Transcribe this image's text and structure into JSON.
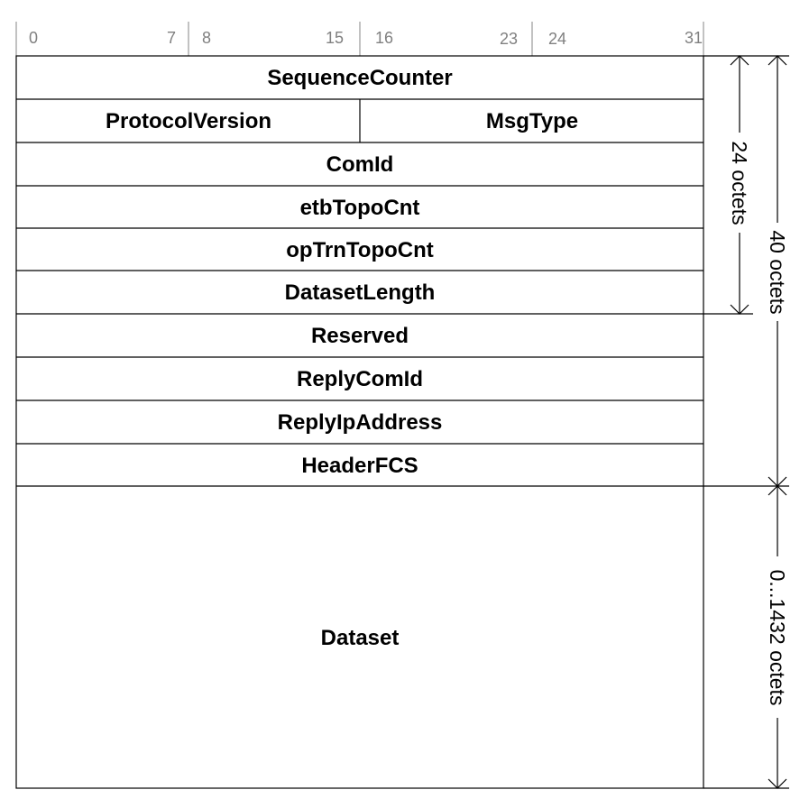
{
  "bit_ruler": [
    "0",
    "7",
    "8",
    "15",
    "16",
    "23",
    "24",
    "31"
  ],
  "fields": {
    "sequence_counter": "SequenceCounter",
    "protocol_version": "ProtocolVersion",
    "msg_type": "MsgType",
    "com_id": "ComId",
    "etb_topo_cnt": "etbTopoCnt",
    "op_trn_topo_cnt": "opTrnTopoCnt",
    "dataset_length": "DatasetLength",
    "reserved": "Reserved",
    "reply_com_id": "ReplyComId",
    "reply_ip_address": "ReplyIpAddress",
    "header_fcs": "HeaderFCS",
    "dataset": "Dataset"
  },
  "dimensions": {
    "first_block": "24 octets",
    "header": "40 octets",
    "dataset": "0...1432 octets"
  }
}
